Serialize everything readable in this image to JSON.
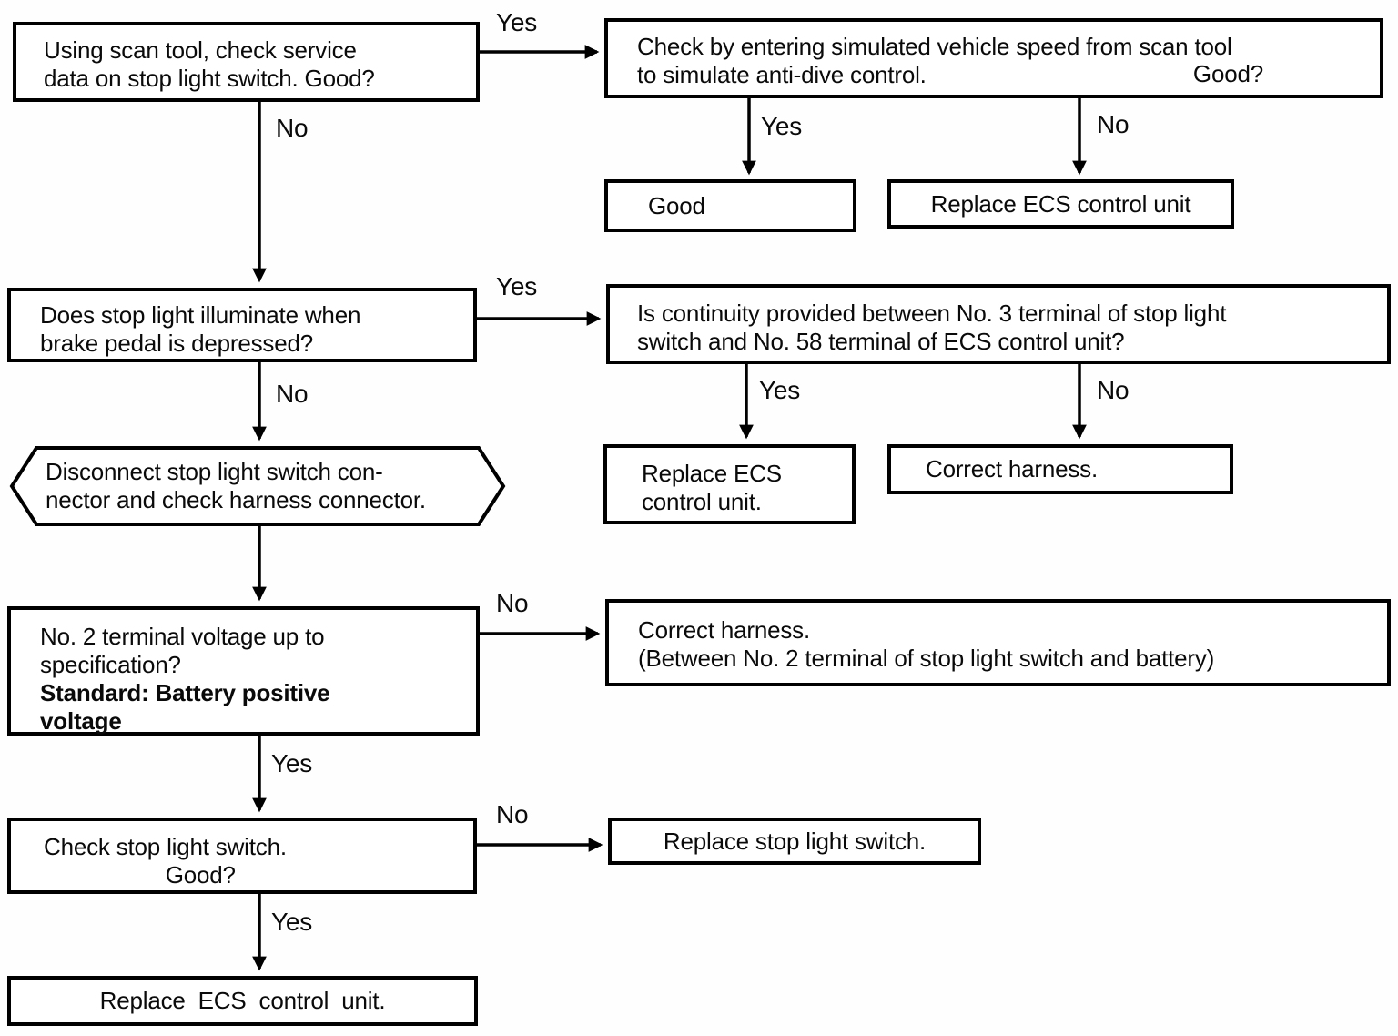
{
  "labels": {
    "yes": "Yes",
    "no": "No"
  },
  "nodes": {
    "check_service_data": {
      "lines": [
        "Using scan tool, check service",
        "data on stop light switch. Good?"
      ]
    },
    "simulate_speed": {
      "lines": [
        "Check by entering simulated vehicle speed from scan tool",
        "to simulate anti-dive control."
      ],
      "question": "Good?"
    },
    "good": {
      "text": "Good"
    },
    "replace_ecs_top": {
      "text": "Replace ECS control unit"
    },
    "stop_light_illuminate": {
      "lines": [
        "Does stop light illuminate when",
        "brake pedal is depressed?"
      ]
    },
    "continuity_check": {
      "lines": [
        "Is continuity provided between No. 3 terminal of stop light",
        "switch and No. 58 terminal of ECS control unit?"
      ]
    },
    "replace_ecs_mid": {
      "lines": [
        "Replace ECS",
        "control unit."
      ]
    },
    "correct_harness": {
      "text": "Correct harness."
    },
    "disconnect_connector": {
      "lines": [
        "Disconnect stop light switch con-",
        "nector and check harness connector."
      ]
    },
    "terminal_voltage": {
      "lines": [
        "No. 2 terminal voltage up to",
        "specification?"
      ],
      "standard_lines": [
        "Standard: Battery positive",
        "voltage"
      ]
    },
    "correct_harness_battery": {
      "lines": [
        "Correct harness.",
        "(Between No. 2 terminal of stop light switch and battery)"
      ]
    },
    "check_stop_light_switch": {
      "lines": [
        "Check stop light switch.",
        "Good?"
      ]
    },
    "replace_stop_light_switch": {
      "text": "Replace stop light switch."
    },
    "replace_ecs_final": {
      "text": "Replace ECS control unit."
    }
  }
}
